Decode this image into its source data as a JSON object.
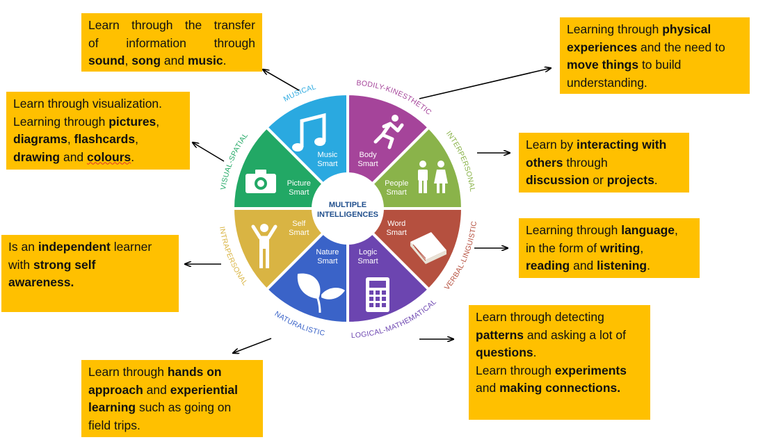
{
  "wheel": {
    "center": [
      "MULTIPLE",
      "INTELLIGENCES"
    ],
    "segments": [
      {
        "id": "music",
        "label": [
          "Music",
          "Smart"
        ],
        "ring": "MUSICAL",
        "color": "#2aa9e0",
        "ring_color": "#2aa9e0",
        "icon": "music-note-icon"
      },
      {
        "id": "body",
        "label": [
          "Body",
          "Smart"
        ],
        "ring": "BODILY-KINESTHETIC",
        "color": "#a5449a",
        "ring_color": "#a5449a",
        "icon": "running-person-icon"
      },
      {
        "id": "people",
        "label": [
          "People",
          "Smart"
        ],
        "ring": "INTERPERSONAL",
        "color": "#8ab34a",
        "ring_color": "#8ab34a",
        "icon": "people-icon"
      },
      {
        "id": "word",
        "label": [
          "Word",
          "Smart"
        ],
        "ring": "VERBAL-LINGUISTIC",
        "color": "#b5503f",
        "ring_color": "#b5503f",
        "icon": "book-icon"
      },
      {
        "id": "logic",
        "label": [
          "Logic",
          "Smart"
        ],
        "ring": "LOGICAL-MATHEMATICAL",
        "color": "#6c45b0",
        "ring_color": "#6c45b0",
        "icon": "calculator-icon"
      },
      {
        "id": "nature",
        "label": [
          "Nature",
          "Smart"
        ],
        "ring": "NATURALISTIC",
        "color": "#3a63c8",
        "ring_color": "#3a63c8",
        "icon": "leaf-icon"
      },
      {
        "id": "self",
        "label": [
          "Self",
          "Smart"
        ],
        "ring": "INTRAPERSONAL",
        "color": "#d9b443",
        "ring_color": "#d9b443",
        "icon": "self-person-icon"
      },
      {
        "id": "picture",
        "label": [
          "Picture",
          "Smart"
        ],
        "ring": "VISUAL-SPATIAL",
        "color": "#22a865",
        "ring_color": "#22a865",
        "icon": "camera-icon"
      }
    ]
  },
  "boxes": {
    "musical": {
      "t1": "Learn through the transfer",
      "t2": "of information through",
      "b1": "sound",
      "t3": ",",
      "b2": "song",
      "t4": " and ",
      "b3": "music",
      "t5": "."
    },
    "visual": {
      "t1": "Learn through visualization.",
      "t2": "Learning through ",
      "b1": "pictures",
      "t3": ",",
      "b2": "diagrams",
      "t4": ", ",
      "b3": "flashcards",
      "t5": ",",
      "b4": "drawing",
      "t6": " and ",
      "b5": "colours",
      "t7": "."
    },
    "intrapersonal": {
      "t1": "Is an ",
      "b1": "independent",
      "t2": " learner",
      "t3": "with ",
      "b2": "strong self",
      "b3": "awareness."
    },
    "naturalistic": {
      "t1": "Learn through ",
      "b1": "hands on",
      "b2": "approach",
      "t2": " and ",
      "b3": "experiential",
      "b4": "learning",
      "t3": " such as going on",
      "t4": "field trips."
    },
    "bodily": {
      "t1": "Learning through ",
      "b1": "physical",
      "b2": "experiences",
      "t2": " and the need to",
      "b3": "move things",
      "t3": " to build",
      "t4": "understanding."
    },
    "interpersonal": {
      "t1": "Learn by ",
      "b1": "interacting with",
      "b2": "others",
      "t2": " through",
      "b3": "discussion",
      "t3": " or ",
      "b4": "projects",
      "t4": "."
    },
    "verbal": {
      "t1": "Learning through ",
      "b1": "language",
      "t2": ",",
      "t3": "in the form of ",
      "b2": "writing",
      "t4": ",",
      "b3": "reading",
      "t5": " and ",
      "b4": "listening",
      "t6": "."
    },
    "logical": {
      "t1": "Learn through detecting",
      "b1": "patterns",
      "t2": " and asking a lot of",
      "b2": "questions",
      "t3": ".",
      "t4": "Learn through ",
      "b3": "experiments",
      "t5": "and ",
      "b4": "making connections."
    }
  }
}
